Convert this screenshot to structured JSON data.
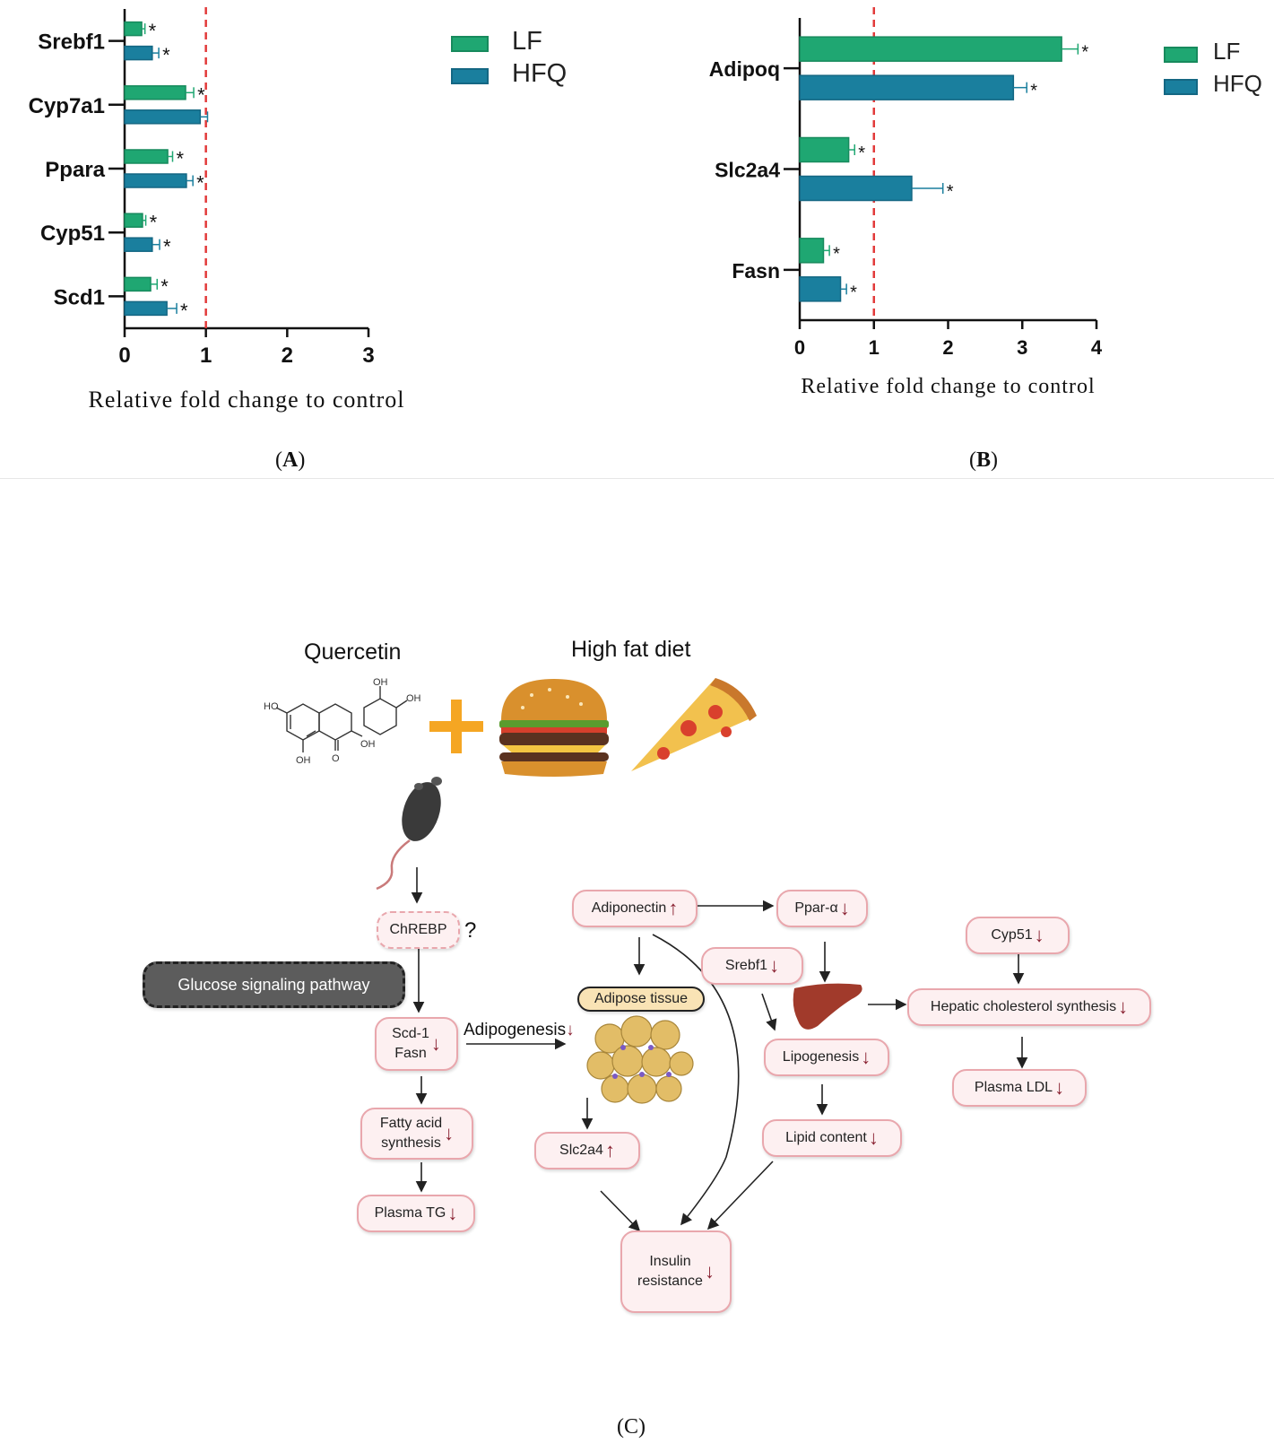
{
  "colors": {
    "lf": "#1fa772",
    "hfq": "#1a7f9e",
    "ref_line": "#e23a3a",
    "arrow_dark": "#8a2232",
    "box_border": "#e9a7ad",
    "box_fill": "#fdf0f1"
  },
  "panels": {
    "a": "A",
    "b": "B",
    "c": "C"
  },
  "chart_data": [
    {
      "type": "bar",
      "orientation": "horizontal",
      "categories": [
        "Srebf1",
        "Cyp7a1",
        "Ppara",
        "Cyp51",
        "Scd1"
      ],
      "series": [
        {
          "name": "LF",
          "values": [
            0.21,
            0.75,
            0.53,
            0.22,
            0.32
          ],
          "errors": [
            0.04,
            0.1,
            0.06,
            0.04,
            0.08
          ],
          "significant": [
            true,
            true,
            true,
            true,
            true
          ]
        },
        {
          "name": "HFQ",
          "values": [
            0.34,
            0.93,
            0.76,
            0.34,
            0.52
          ],
          "errors": [
            0.08,
            0.09,
            0.08,
            0.09,
            0.12
          ],
          "significant": [
            true,
            false,
            true,
            true,
            true
          ]
        }
      ],
      "xlabel": "Relative fold change to control",
      "xlim": [
        0,
        3
      ],
      "xticks": [
        "0",
        "1",
        "2",
        "3"
      ],
      "reference_line": 1,
      "legend": "top-right",
      "sig_mark": "*"
    },
    {
      "type": "bar",
      "orientation": "horizontal",
      "categories": [
        "Adipoq",
        "Slc2a4",
        "Fasn"
      ],
      "series": [
        {
          "name": "LF",
          "values": [
            3.53,
            0.66,
            0.32
          ],
          "errors": [
            0.22,
            0.08,
            0.08
          ],
          "significant": [
            true,
            true,
            true
          ]
        },
        {
          "name": "HFQ",
          "values": [
            2.88,
            1.51,
            0.55
          ],
          "errors": [
            0.18,
            0.42,
            0.08
          ],
          "significant": [
            true,
            true,
            true
          ]
        }
      ],
      "xlabel": "Relative fold change to control",
      "xlim": [
        0,
        4
      ],
      "xticks": [
        "0",
        "1",
        "2",
        "3",
        "4"
      ],
      "reference_line": 1,
      "legend": "top-right",
      "sig_mark": "*"
    }
  ],
  "diagram": {
    "quercetin": "Quercetin",
    "high_fat_diet": "High fat diet",
    "chem": {
      "oh1": "OH",
      "oh2": "OH",
      "ho": "HO",
      "oh3": "OH",
      "oh4": "OH",
      "o": "O"
    },
    "chrebp": "ChREBP",
    "question": "?",
    "glucose": "Glucose signaling pathway",
    "scd1": "Scd-1",
    "fasn": "Fasn",
    "adipogenesis": "Adipogenesis",
    "fatty_acid": "Fatty acid",
    "synthesis": "synthesis",
    "plasma_tg": "Plasma TG",
    "adiponectin": "Adiponectin",
    "adipose": "Adipose tissue",
    "slc2a4": "Slc2a4",
    "ppar": "Ppar-α",
    "srebf1": "Srebf1",
    "lipogenesis": "Lipogenesis",
    "lipid": "Lipid content",
    "insulin": "Insulin",
    "resistance": "resistance",
    "cyp51": "Cyp51",
    "hepatic": "Hepatic cholesterol synthesis",
    "ldl": "Plasma LDL",
    "up": "↑",
    "down": "↓"
  }
}
